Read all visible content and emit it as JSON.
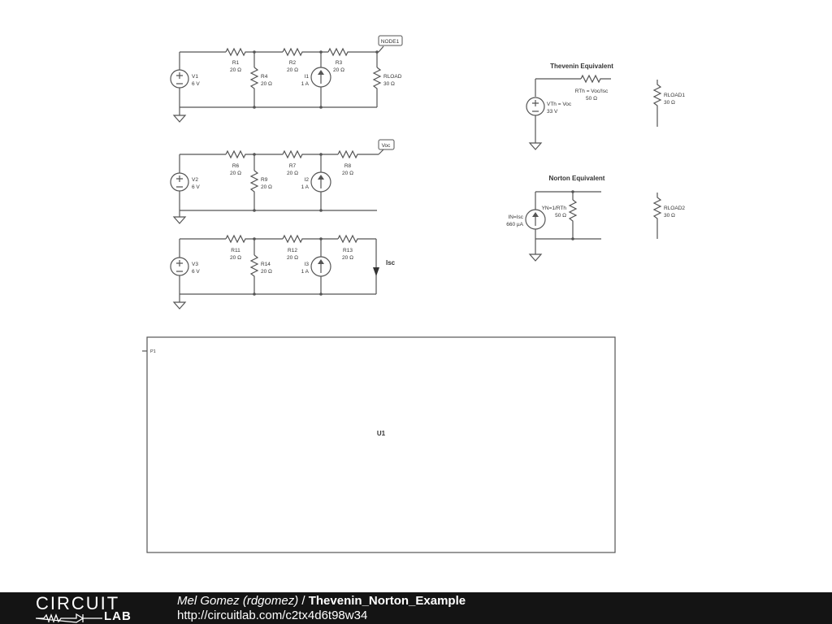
{
  "circuit_1": {
    "sources": [
      {
        "id": "V1",
        "value": "6 V"
      },
      {
        "id": "I1",
        "value": "1 A"
      }
    ],
    "resistors": [
      {
        "id": "R1",
        "value": "20 Ω"
      },
      {
        "id": "R2",
        "value": "20 Ω"
      },
      {
        "id": "R3",
        "value": "20 Ω"
      },
      {
        "id": "R4",
        "value": "20 Ω"
      },
      {
        "id": "RLOAD",
        "value": "30 Ω"
      }
    ],
    "node_tag": "NODE1"
  },
  "circuit_2": {
    "sources": [
      {
        "id": "V2",
        "value": "6 V"
      },
      {
        "id": "I2",
        "value": "1 A"
      }
    ],
    "resistors": [
      {
        "id": "R6",
        "value": "20 Ω"
      },
      {
        "id": "R7",
        "value": "20 Ω"
      },
      {
        "id": "R8",
        "value": "20 Ω"
      },
      {
        "id": "R9",
        "value": "20 Ω"
      }
    ],
    "node_tag": "Voc"
  },
  "circuit_3": {
    "sources": [
      {
        "id": "V3",
        "value": "6 V"
      },
      {
        "id": "I3",
        "value": "1 A"
      }
    ],
    "resistors": [
      {
        "id": "R11",
        "value": "20 Ω"
      },
      {
        "id": "R12",
        "value": "20 Ω"
      },
      {
        "id": "R13",
        "value": "20 Ω"
      },
      {
        "id": "R14",
        "value": "20 Ω"
      }
    ],
    "current_label": "Isc"
  },
  "thevenin": {
    "title": "Thevenin Equivalent",
    "resistor": {
      "id": "RTh = Voc/Isc",
      "value": "50 Ω"
    },
    "source": {
      "id": "VTh = Voc",
      "value": "33 V"
    },
    "load": {
      "id": "RLOAD1",
      "value": "30 Ω"
    }
  },
  "norton": {
    "title": "Norton Equivalent",
    "resistor": {
      "id": "YN=1/RTh",
      "value": "50 Ω"
    },
    "source": {
      "id": "IN=Isc",
      "value": "660 µA"
    },
    "load": {
      "id": "RLOAD2",
      "value": "30 Ω"
    }
  },
  "subcircuit": {
    "id": "U1",
    "pin": "P1"
  },
  "footer": {
    "logo_top": "CIRCUIT",
    "logo_bottom": "LAB",
    "author": "Mel Gomez (rdgomez)",
    "separator": " / ",
    "project": "Thevenin_Norton_Example",
    "url": "http://circuitlab.com/c2tx4d6t98w34"
  }
}
